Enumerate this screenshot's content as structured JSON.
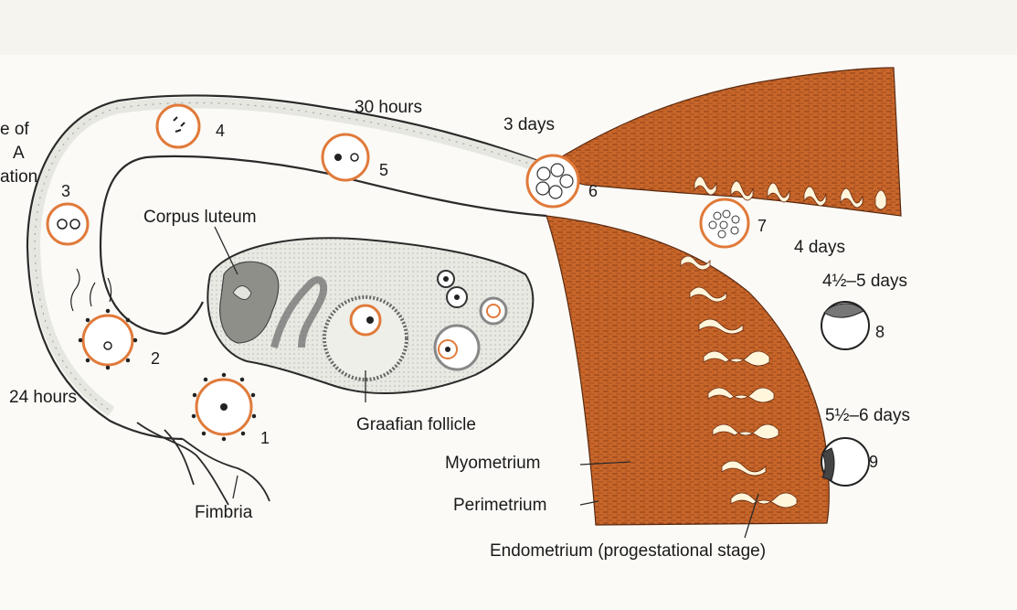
{
  "diagram": {
    "cut_labels": [
      "e of",
      "A",
      "ation"
    ],
    "labels": {
      "corpus_luteum": "Corpus luteum",
      "graafian_follicle": "Graafian follicle",
      "fimbria": "Fimbria",
      "myometrium": "Myometrium",
      "perimetrium": "Perimetrium",
      "endometrium": "Endometrium (progestational stage)"
    },
    "times": {
      "t24h": "24 hours",
      "t30h": "30 hours",
      "t3d": "3 days",
      "t4d": "4 days",
      "t45d": "4½–5 days",
      "t56d": "5½–6 days"
    },
    "stages": [
      "1",
      "2",
      "3",
      "4",
      "5",
      "6",
      "7",
      "8",
      "9"
    ],
    "colors": {
      "uterus": "#c8662a",
      "uterus_dark": "#7a3412",
      "ring": "#e07a3a",
      "tube": "#e4e4df",
      "ovary": "#ecece6",
      "line": "#2a2a2a"
    }
  }
}
